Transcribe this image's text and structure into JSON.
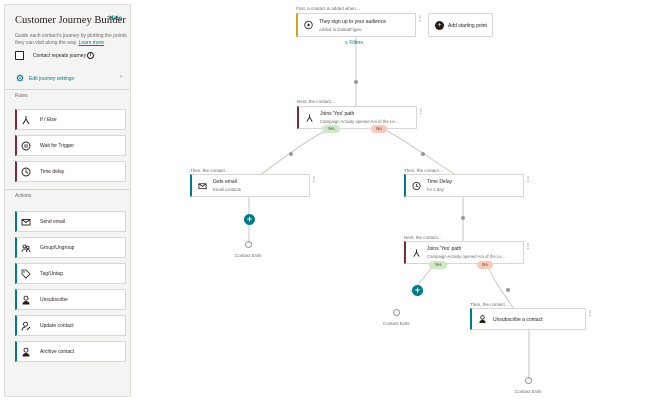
{
  "sidebar": {
    "title": "Customer Journey Builder",
    "hide": "Hide",
    "description": "Guide each contact's journey by plotting the points they can visit along the way.",
    "learn_more": "Learn more",
    "checkbox_label": "Contact repeats journey",
    "settings_label": "Edit journey settings",
    "rules_heading": "Rules",
    "actions_heading": "Actions",
    "rules": [
      {
        "label": "If / Else",
        "icon": "split-icon"
      },
      {
        "label": "Wait for Trigger",
        "icon": "pause-icon"
      },
      {
        "label": "Time delay",
        "icon": "clock-icon"
      }
    ],
    "actions": [
      {
        "label": "Send email",
        "icon": "envelope-icon"
      },
      {
        "label": "Group/Ungroup",
        "icon": "group-icon"
      },
      {
        "label": "Tag/Untag",
        "icon": "tag-icon"
      },
      {
        "label": "Unsubscribe",
        "icon": "person-icon"
      },
      {
        "label": "Update contact",
        "icon": "person-edit-icon"
      },
      {
        "label": "Archive contact",
        "icon": "person-archive-icon"
      }
    ]
  },
  "canvas": {
    "start_caption": "First, a contact is added when…",
    "trigger": {
      "title": "They sign up to your audience",
      "subtitle": "Added to Dalto&Figaro"
    },
    "add_starting_point": "Add starting point",
    "filters": "Filters",
    "next_caption_1": "Next, the contact…",
    "rule1": {
      "title": "Joins 'Yes' path",
      "subtitle": "Campaign Activity opened Ani of the Le..."
    },
    "yes": "Yes",
    "no": "No",
    "then_caption_left": "Then, the contact…",
    "then_caption_right": "Then, the contact…",
    "gets_email": {
      "title": "Gets email",
      "subtitle": "Email contacts"
    },
    "time_delay": {
      "title": "Time Delay",
      "subtitle": "for 1 day"
    },
    "contact_exits": "Contact Exits",
    "next_caption_2": "Next, the contact…",
    "rule2": {
      "title": "Joins 'Yes' path",
      "subtitle": "Campaign Activity opened Ani of the Le..."
    },
    "then_caption_3": "Then, the contact…",
    "unsubscribe": {
      "title": "Unsubscribe a contact"
    },
    "colors": {
      "teal": "#007c89",
      "rule": "#7a2a3a",
      "trigger": "#d6a31b",
      "yes": "#cfe8c6",
      "no": "#f8c9b8"
    }
  }
}
